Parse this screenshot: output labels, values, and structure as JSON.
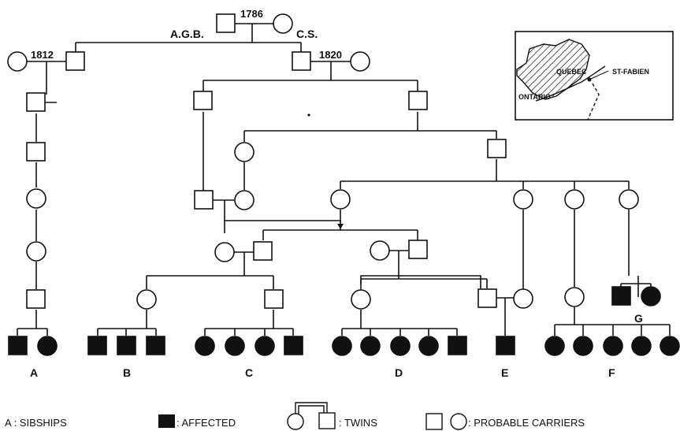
{
  "founders": {
    "year": "1786",
    "male_label": "A.G.B.",
    "female_label": "C.S."
  },
  "marriages": {
    "left_year": "1812",
    "right_year": "1820"
  },
  "sibship_labels": [
    "A",
    "B",
    "C",
    "D",
    "E",
    "F",
    "G"
  ],
  "map": {
    "label_quebec": "QUEBEC",
    "label_ontario": "ONTARIO",
    "label_st_fabien": "ST-FABIEN"
  },
  "legend": {
    "sibships": "A : SIBSHIPS",
    "affected": ": AFFECTED",
    "twins": ": TWINS",
    "carriers": ": PROBABLE CARRIERS"
  },
  "colors": {
    "ink": "#111111",
    "paper": "#ffffff"
  }
}
